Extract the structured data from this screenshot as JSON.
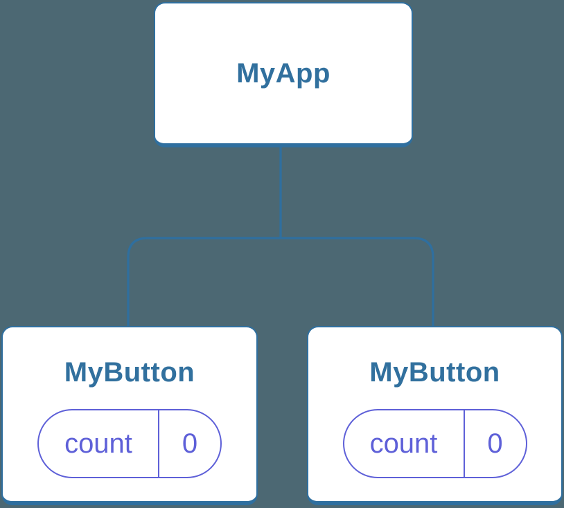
{
  "diagram": {
    "type": "component-tree",
    "colors": {
      "background": "#4C6873",
      "line_blue": "#2F6F9F",
      "title_blue": "#31709E",
      "state_purple": "#5E60D8",
      "card_fill": "#FFFFFF"
    },
    "root": {
      "label": "MyApp"
    },
    "children": [
      {
        "label": "MyButton",
        "state": {
          "key": "count",
          "value": "0"
        }
      },
      {
        "label": "MyButton",
        "state": {
          "key": "count",
          "value": "0"
        }
      }
    ]
  }
}
